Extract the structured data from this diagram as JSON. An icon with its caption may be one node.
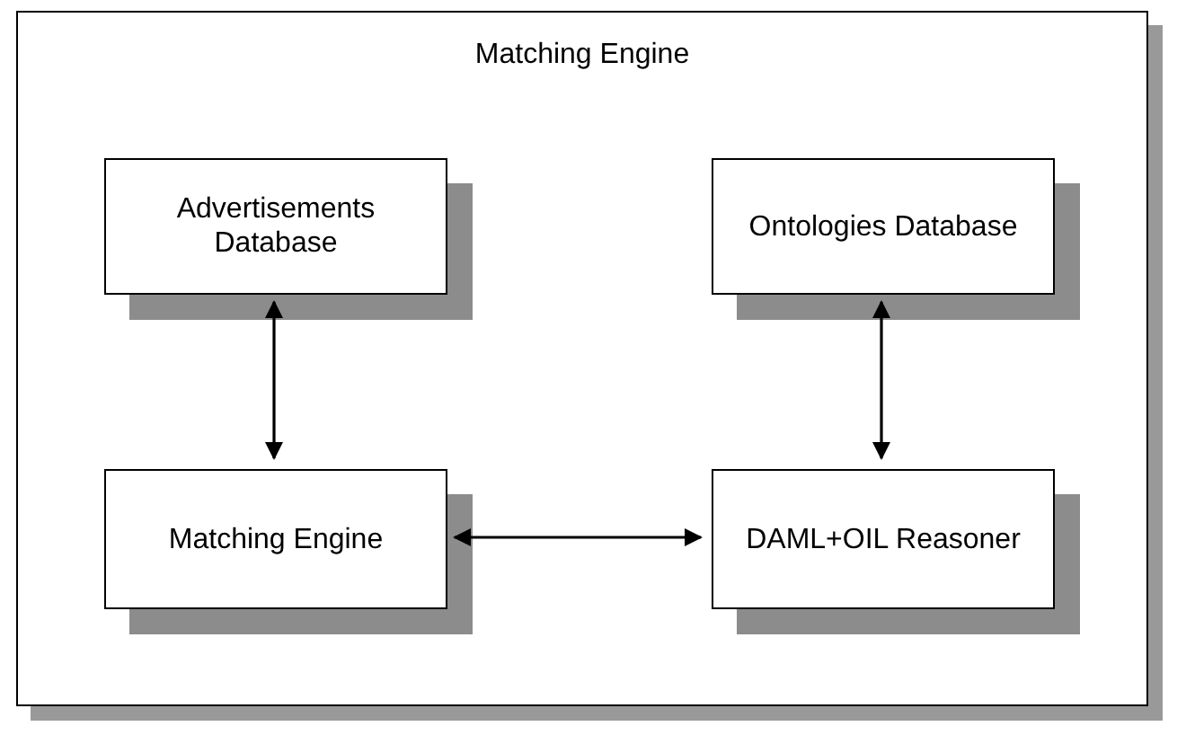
{
  "diagram": {
    "nodes": [
      {
        "text": [
          "Matching Engine"
        ]
      },
      {
        "text": [
          "Advertisements Database"
        ],
        "in": 0
      },
      {
        "text": [
          "Ontologies Database"
        ],
        "in": 0
      },
      {
        "text": [
          "Matching Engine"
        ],
        "in": 0
      },
      {
        "text": [
          "DAML+OIL Reasoner"
        ],
        "in": 0
      }
    ],
    "edges": [
      {
        "from": 1,
        "to": 3,
        "arrow": "both"
      },
      {
        "from": 2,
        "to": 4,
        "arrow": "both"
      },
      {
        "from": 3,
        "to": 4,
        "arrow": "both"
      }
    ]
  }
}
